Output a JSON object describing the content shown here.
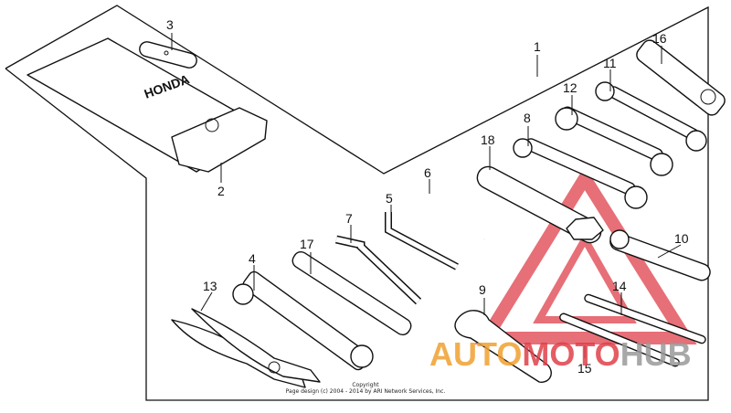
{
  "callouts": {
    "p1": "1",
    "p2": "2",
    "p3": "3",
    "p4": "4",
    "p5": "5",
    "p6": "6",
    "p7": "7",
    "p8": "8",
    "p9": "9",
    "p10": "10",
    "p11": "11",
    "p12": "12",
    "p13": "13",
    "p14": "14",
    "p15": "15",
    "p16": "16",
    "p17": "17",
    "p18": "18"
  },
  "pouch_brand": "HONDA",
  "copyright": {
    "line1": "Copyright",
    "line2": "Page design (c) 2004 - 2014 by ARI Network Services, Inc."
  },
  "watermark": {
    "text_orange": "AUTO",
    "text_red": "MOTO",
    "text_gray": "HUB",
    "color_orange": "#f0a030",
    "color_red": "#e0404a",
    "color_gray": "#9a9a9a"
  }
}
